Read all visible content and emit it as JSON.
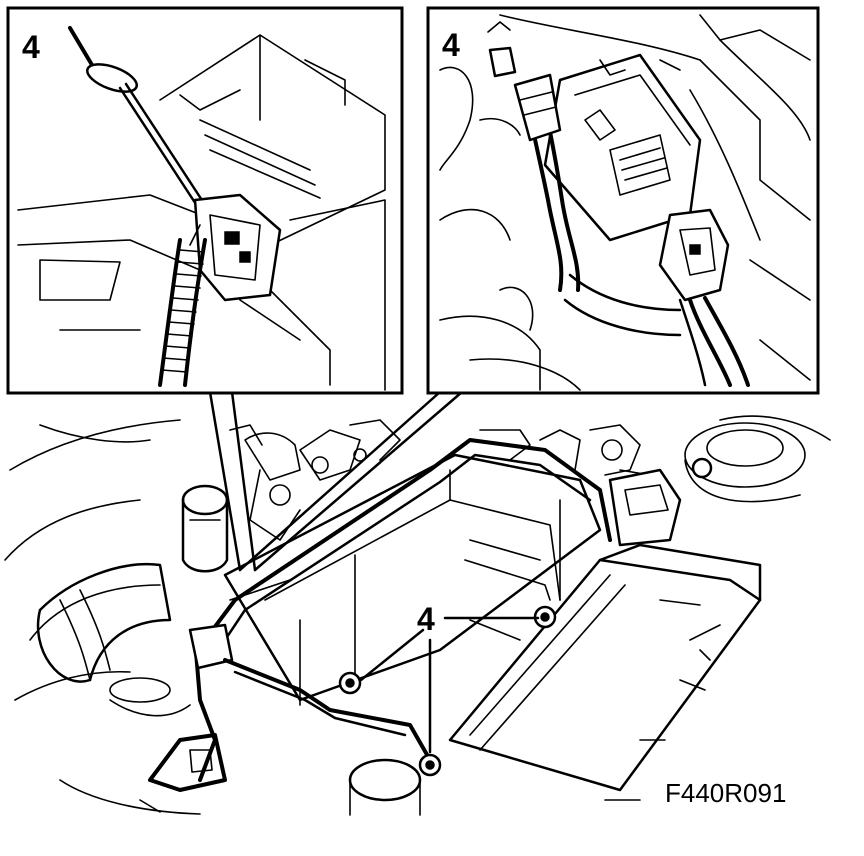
{
  "figure_code": "F440R091",
  "callouts": {
    "inset_left_number": "4",
    "inset_right_number": "4",
    "main_number": "4"
  }
}
